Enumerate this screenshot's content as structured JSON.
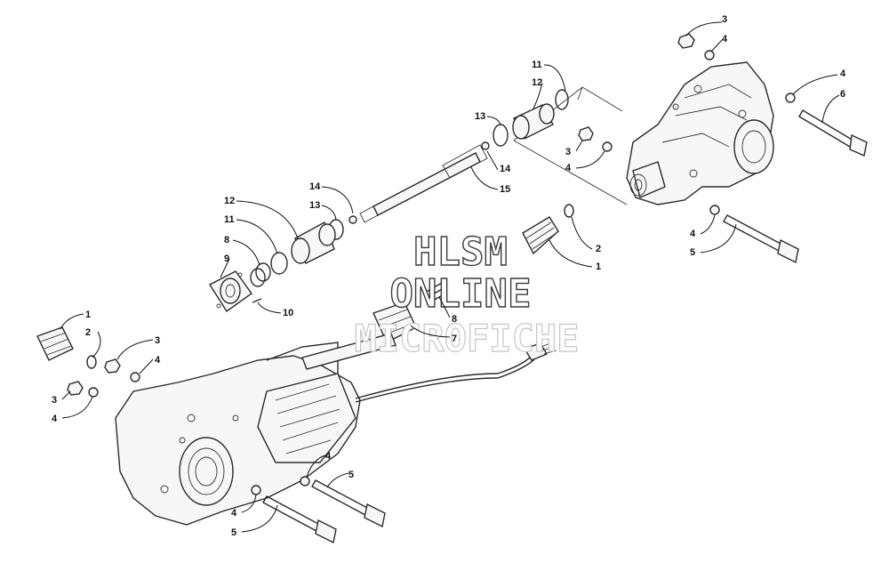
{
  "watermark": {
    "line1": "HLSM",
    "line2": "ONLINE",
    "line3": "MICROFICHE"
  },
  "callouts": {
    "c3_top": "3",
    "c4_top": "4",
    "c11_top": "11",
    "c12_top": "12",
    "c13_top": "13",
    "c4_right": "4",
    "c6": "6",
    "c3_mid": "3",
    "c4_mid": "4",
    "c14_top": "14",
    "c15": "15",
    "c14_left": "14",
    "c13_left": "13",
    "c12_left": "12",
    "c11_left": "11",
    "c8_left": "8",
    "c9": "9",
    "c10": "10",
    "c2_right": "2",
    "c1_right": "1",
    "c4_rb": "4",
    "c5_rb": "5",
    "c8_center": "8",
    "c7": "7",
    "c1_left": "1",
    "c2_left": "2",
    "c3_left_a": "3",
    "c4_left_a": "4",
    "c3_left_b": "3",
    "c4_left_b": "4",
    "c4_bottom_r": "4",
    "c5_bottom_r": "5",
    "c4_bottom_l": "4",
    "c5_bottom_l": "5"
  }
}
